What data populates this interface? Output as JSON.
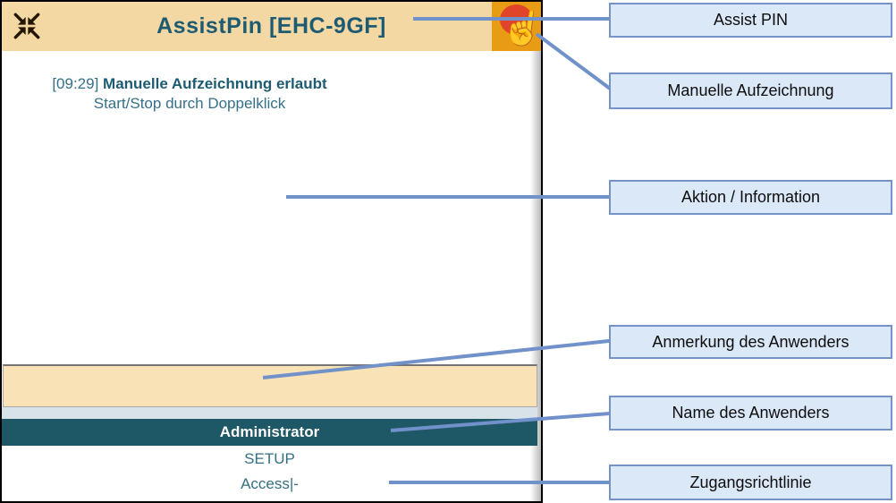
{
  "window": {
    "title": "AssistPin [EHC-9GF]",
    "icons": {
      "collapse": "collapse-arrows-icon",
      "manual_recording": "manual-recording-hand-icon",
      "hand_glyph": "☝"
    },
    "message": {
      "timestamp": "[09:29] ",
      "headline": "Manuelle Aufzeichnung erlaubt",
      "subline": "Start/Stop durch Doppelklick"
    },
    "note_field": {
      "value": ""
    },
    "user_name": "Administrator",
    "access_policy": {
      "line1": "SETUP",
      "line2": "Access|-"
    }
  },
  "annotations": {
    "assist_pin": "Assist PIN",
    "manual_recording": "Manuelle Aufzeichnung",
    "action_info": "Aktion / Information",
    "user_note": "Anmerkung des Anwenders",
    "user_name": "Name des Anwenders",
    "access_policy": "Zugangsrichtlinie"
  },
  "colors": {
    "header_bg": "#f4d8a3",
    "accent_orange": "#e89c15",
    "alert_red": "#e0452a",
    "hand_outline": "#7a2d08",
    "title_teal": "#1d5b72",
    "text_teal": "#35708a",
    "note_bg": "#fae2b7",
    "user_bar_bg": "#1e5766",
    "connector_blue": "#7191ca",
    "label_bg": "#dbe8f8",
    "label_border": "#7493c9",
    "window_border": "#000000"
  }
}
